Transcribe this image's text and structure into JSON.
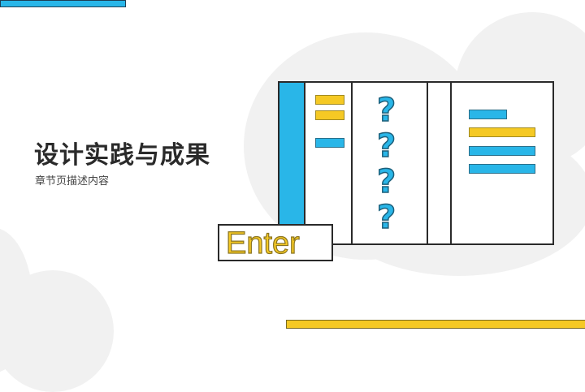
{
  "slide": {
    "title": "设计实践与成果",
    "subtitle": "章节页描述内容",
    "enter_label": "Enter",
    "question_marks": [
      "?",
      "?",
      "?",
      "?"
    ]
  },
  "colors": {
    "accent_blue": "#29b6e8",
    "accent_yellow": "#f5c924",
    "outline": "#2a2a2a",
    "cloud": "#f1f1f1",
    "title_text": "#2a2a2a"
  }
}
